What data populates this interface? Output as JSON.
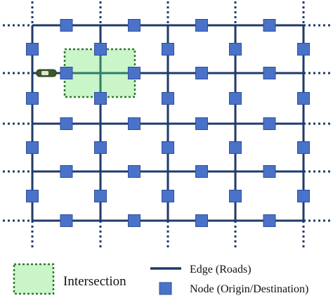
{
  "colors": {
    "edge": "#1f3a6b",
    "node_fill": "#4a72c9",
    "node_stroke": "#2e4f9a",
    "intersection_fill": "#c9f5c9",
    "intersection_border": "#2f7a2f",
    "highlight_edge": "#2e7d6b",
    "vehicle_body": "#3b5a2a",
    "vehicle_window": "#d9e8cf"
  },
  "grid": {
    "columns": 5,
    "rows": 5,
    "highlighted_intersection": {
      "column": 2,
      "row": 2
    },
    "vehicle": {
      "on_row": 2,
      "between_columns": [
        1,
        2
      ]
    }
  },
  "legend": {
    "intersection_label": "Intersection",
    "edge_label": "Edge (Roads)",
    "node_label": "Node (Origin/Destination)"
  }
}
